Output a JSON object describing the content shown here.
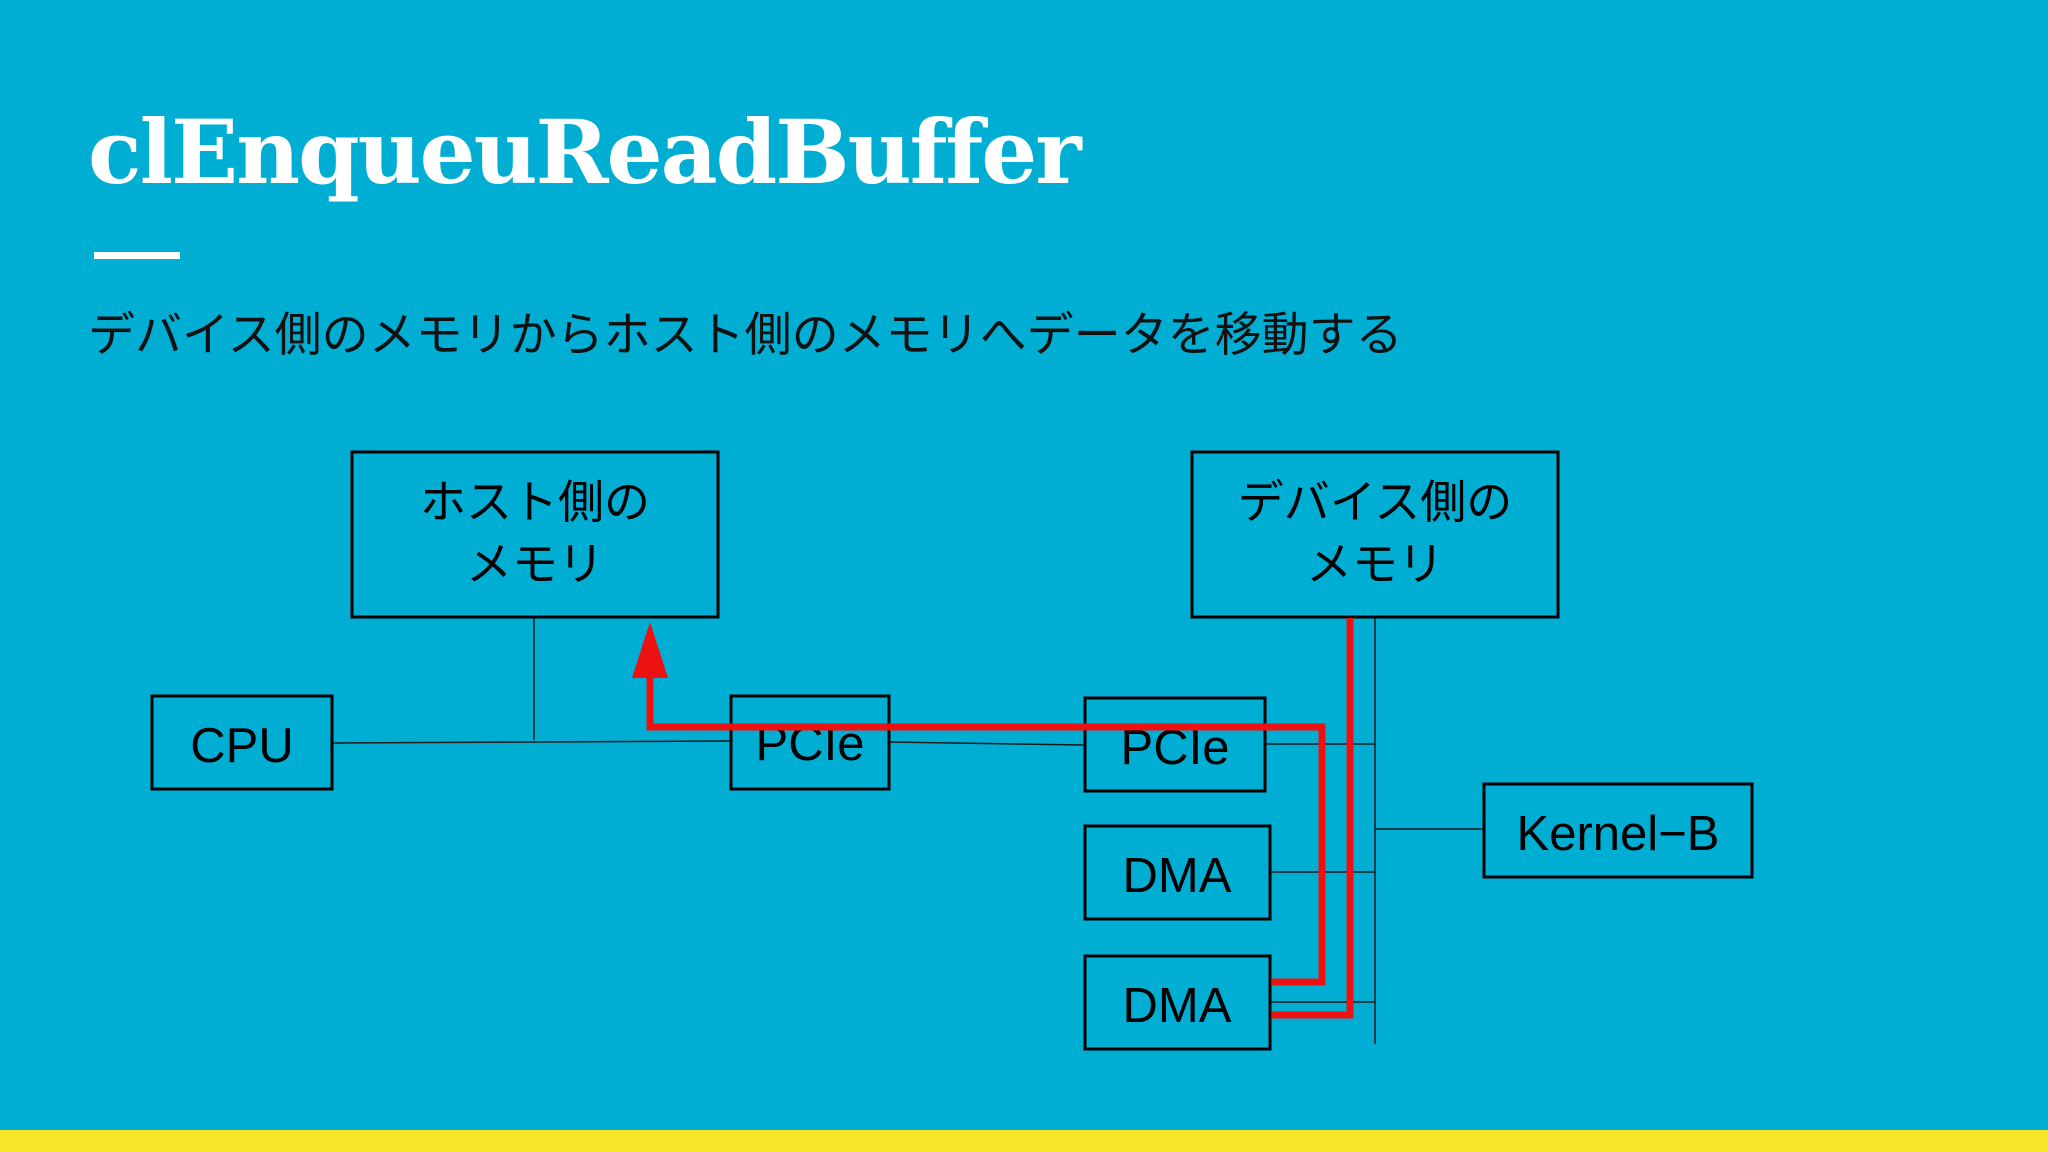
{
  "slide": {
    "title": "clEnqueuReadBuffer",
    "subtitle": "デバイス側のメモリからホスト側のメモリへデータを移動する"
  },
  "diagram": {
    "host_memory": {
      "line1": "ホスト側の",
      "line2": "メモリ"
    },
    "device_memory": {
      "line1": "デバイス側の",
      "line2": "メモリ"
    },
    "cpu": "CPU",
    "host_pcie": "PCIe",
    "device_pcie": "PCIe",
    "dma_1": "DMA",
    "dma_2": "DMA",
    "kernel": "Kernel−B"
  },
  "colors": {
    "background": "#00AED4",
    "title": "#FFFFFF",
    "data_path": "#EE1111",
    "footer": "#F7E627"
  }
}
